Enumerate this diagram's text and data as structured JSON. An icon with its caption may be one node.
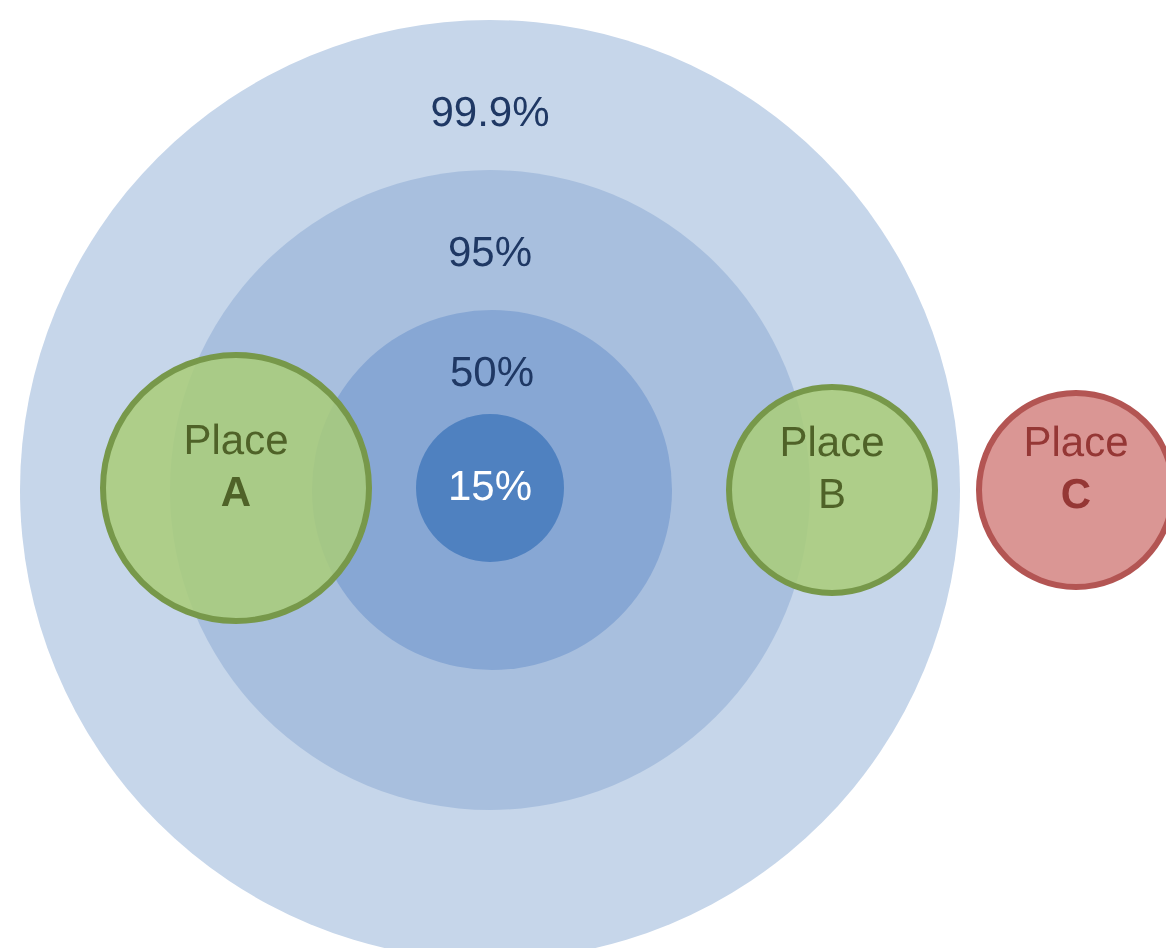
{
  "diagram": {
    "nodes": [
      {
        "text": [
          "99.9%"
        ]
      },
      {
        "text": [
          "95%"
        ],
        "in": 0
      },
      {
        "text": [
          "50%"
        ],
        "in": 1
      },
      {
        "text": [
          "15%"
        ],
        "in": 2
      },
      {
        "text": [
          "Place **A**"
        ],
        "in": 0
      },
      {
        "text": [
          "Place B"
        ],
        "in": 0
      },
      {
        "text": [
          "Place **C**"
        ]
      }
    ]
  }
}
